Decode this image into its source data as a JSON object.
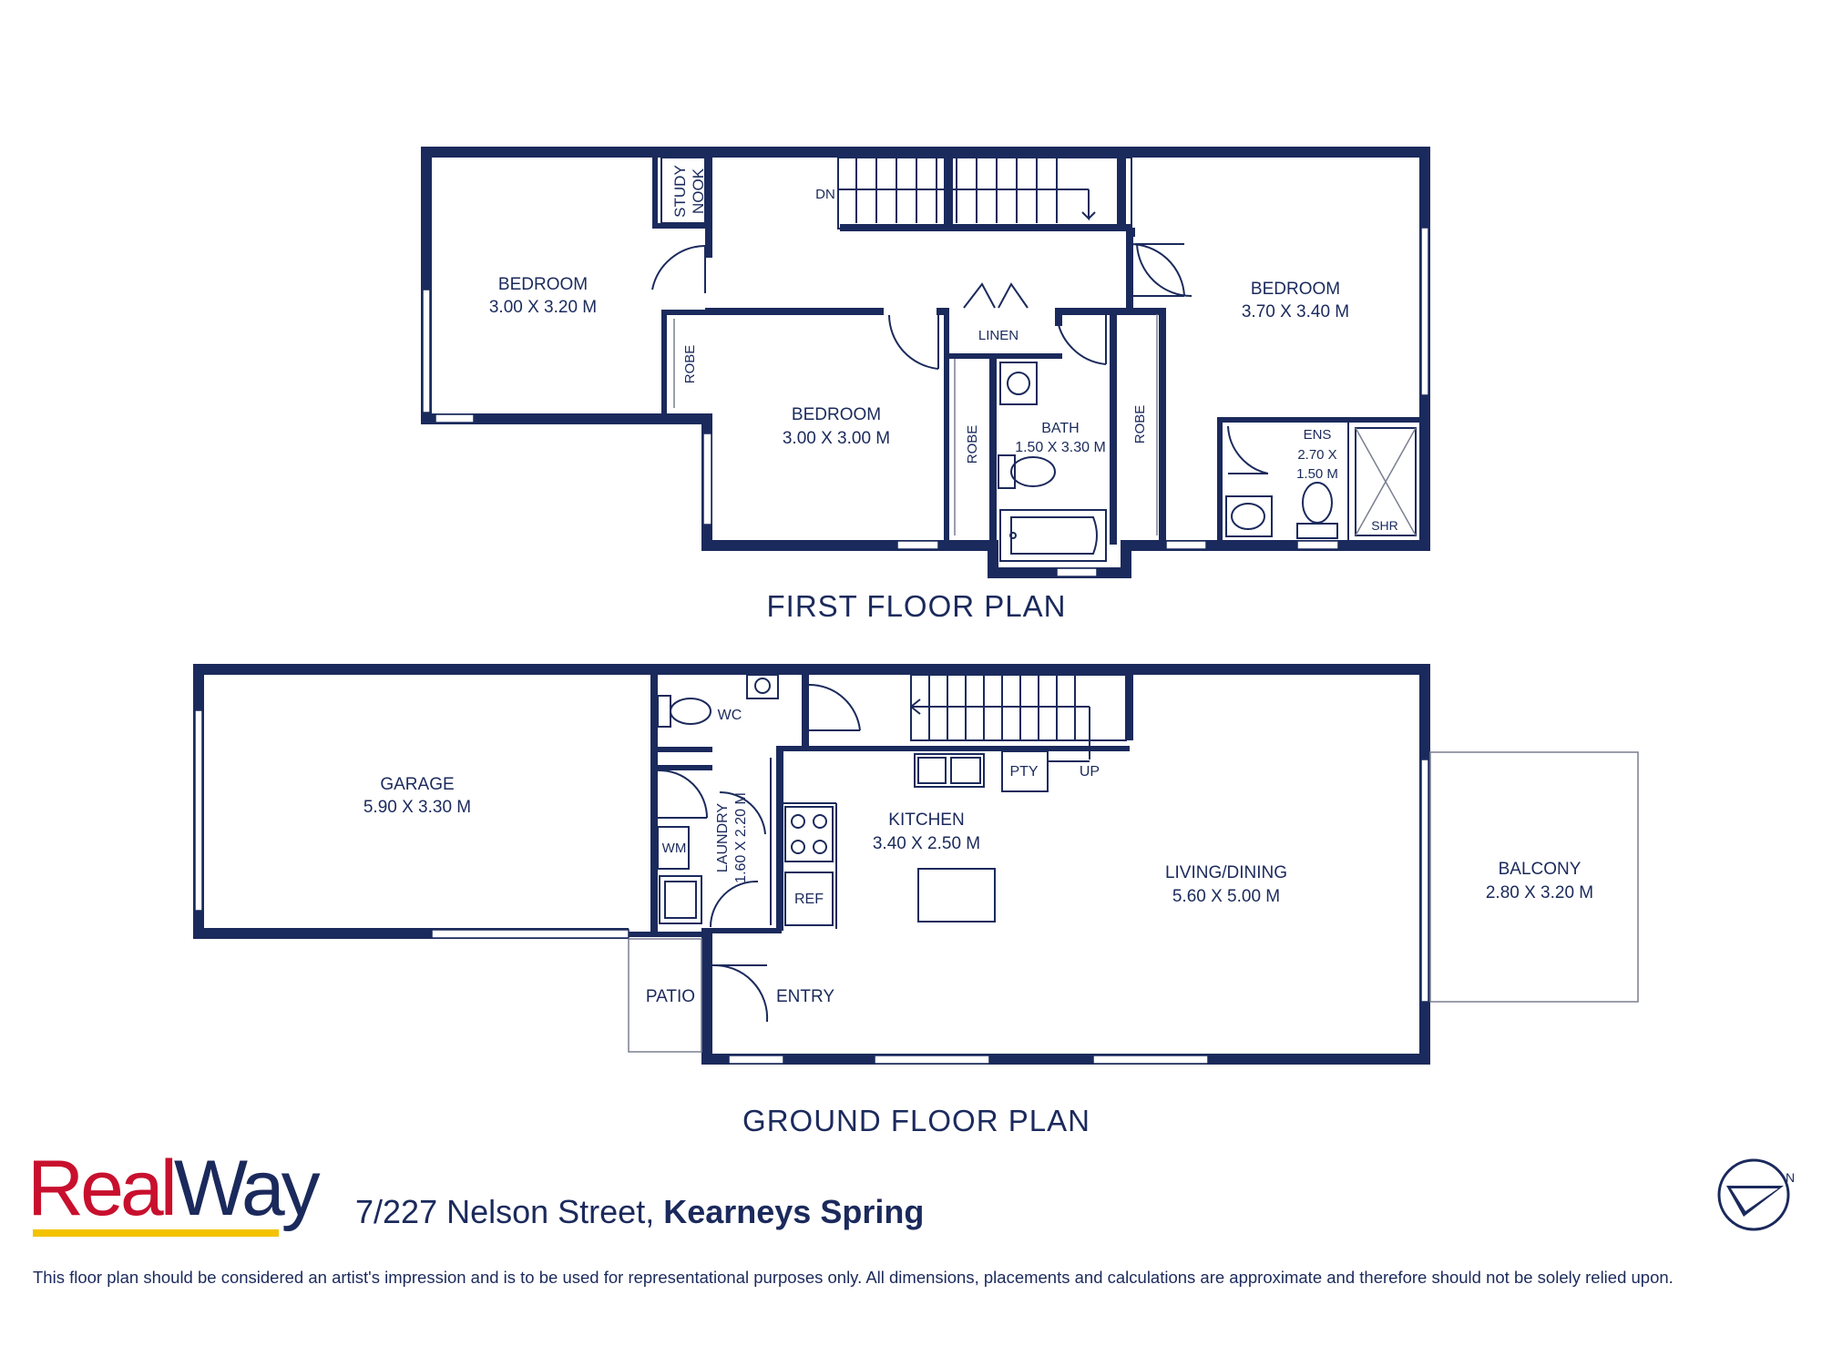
{
  "first_floor": {
    "title": "FIRST FLOOR PLAN",
    "rooms": {
      "bedroom1_name": "BEDROOM",
      "bedroom1_size": "3.00 X 3.20 M",
      "bedroom2_name": "BEDROOM",
      "bedroom2_size": "3.00 X 3.00 M",
      "bedroom3_name": "BEDROOM",
      "bedroom3_size": "3.70 X 3.40 M",
      "study": [
        "STUDY",
        "NOOK"
      ],
      "robe": "ROBE",
      "linen": "LINEN",
      "bath_name": "BATH",
      "bath_size": "1.50 X 3.30 M",
      "ens_name": "ENS",
      "ens_size1": "2.70 X",
      "ens_size2": "1.50 M",
      "shr": "SHR",
      "dn": "DN"
    }
  },
  "ground_floor": {
    "title": "GROUND FLOOR PLAN",
    "rooms": {
      "garage_name": "GARAGE",
      "garage_size": "5.90 X 3.30 M",
      "wc": "WC",
      "laundry_name": "LAUNDRY",
      "laundry_size": "1.60 X 2.20 M",
      "wm": "WM",
      "kitchen_name": "KITCHEN",
      "kitchen_size": "3.40 X 2.50 M",
      "pty": "PTY",
      "up": "UP",
      "ref": "REF",
      "living_name": "LIVING/DINING",
      "living_size": "5.60 X 5.00 M",
      "balcony_name": "BALCONY",
      "balcony_size": "2.80 X 3.20 M",
      "patio": "PATIO",
      "entry": "ENTRY"
    }
  },
  "branding": {
    "logo_part1": "Real",
    "logo_part2": "Way",
    "address_street": "7/227 Nelson Street,",
    "address_suburb": "Kearneys Spring",
    "disclaimer": "This floor plan should be considered an artist's impression and is to be used for representational purposes only. All dimensions, placements and calculations are approximate and therefore should not be solely relied upon."
  },
  "colors": {
    "wall": "#1b2a5c",
    "brand_red": "#c8102e",
    "brand_yellow": "#f3c300"
  },
  "icons": {
    "compass": "north-arrow-icon"
  }
}
